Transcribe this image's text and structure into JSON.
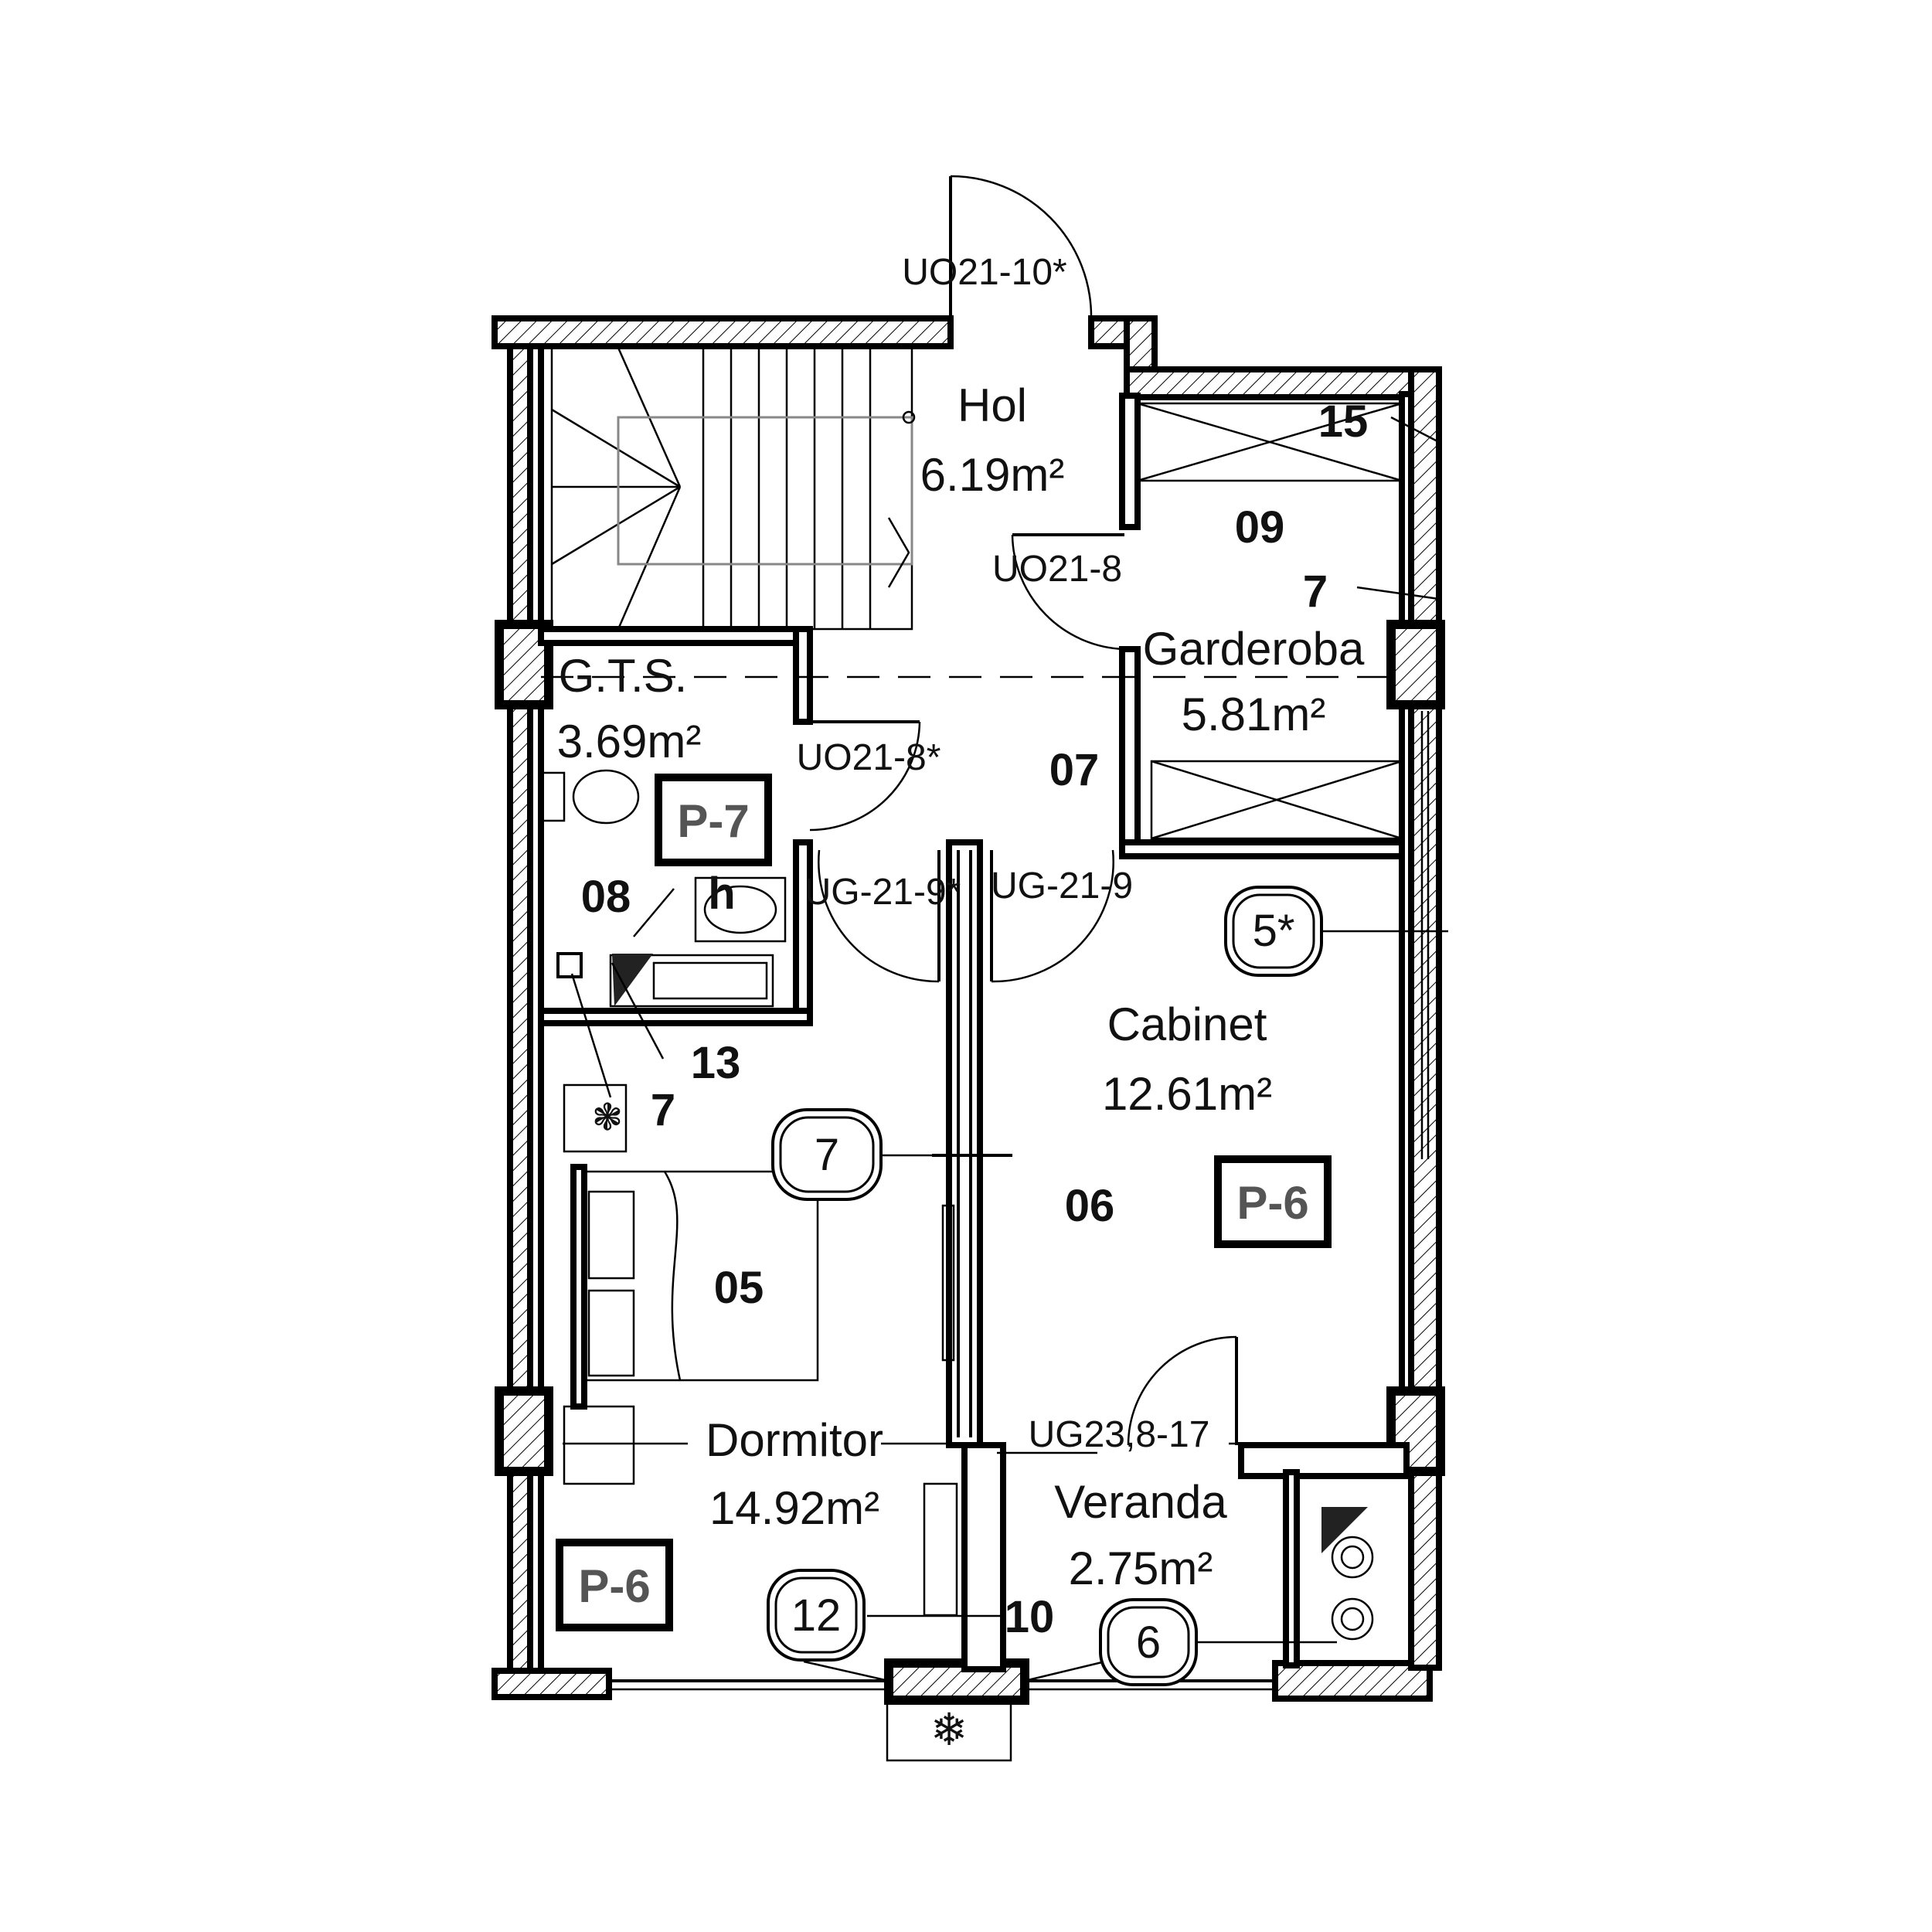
{
  "rooms": [
    {
      "id": "hol",
      "name": "Hol",
      "area": "6.19m²"
    },
    {
      "id": "garderoba",
      "name": "Garderoba",
      "area": "5.81m²"
    },
    {
      "id": "gts",
      "name": "G.T.S.",
      "area": "3.69m²"
    },
    {
      "id": "cabinet",
      "name": "Cabinet",
      "area": "12.61m²"
    },
    {
      "id": "dormitor",
      "name": "Dormitor",
      "area": "14.92m²"
    },
    {
      "id": "veranda",
      "name": "Veranda",
      "area": "2.75m²"
    }
  ],
  "room_numbers": {
    "n05": "05",
    "n06": "06",
    "n07": "07",
    "n08": "08",
    "n09": "09"
  },
  "door_codes": {
    "entry": "UO21-10*",
    "garderoba": "UO21-8",
    "gts": "UO21-8*",
    "dormitor": "UG-21-9*",
    "cabinet": "UG-21-9",
    "veranda": "UG23,8-17"
  },
  "finish_tags": {
    "gts": "P-7",
    "cabinet": "P-6",
    "dormitor": "P-6"
  },
  "bubbles": {
    "cabinet": "5*",
    "dormitor": "7",
    "dormitor_bottom": "12",
    "veranda": "6"
  },
  "callouts": {
    "c15": "15",
    "c7_garderoba": "7",
    "c13": "13",
    "c7_dormitor": "7",
    "c10": "10",
    "h": "h"
  }
}
